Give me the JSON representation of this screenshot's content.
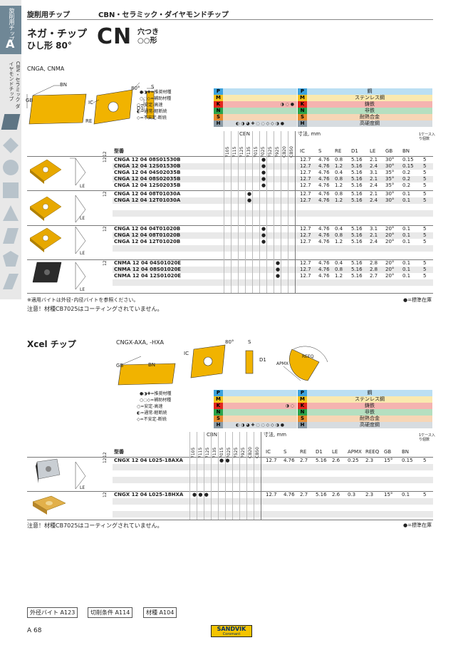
{
  "page_header": {
    "category": "旋削用チップ",
    "subtitle": "CBN・セラミック・ダイヤモンドチップ"
  },
  "sidebar": {
    "tab_label": "旋削用チップ",
    "letter": "A",
    "sub_label": "CBN・セラミック ダイヤモンドチップ"
  },
  "title": {
    "shape_name": "ネガ・チップ",
    "shape_desc": "ひし形 80°",
    "code": "CN",
    "hole_label": "穴つき",
    "form_label": "○○形"
  },
  "section1": {
    "subtitle": "CNGA, CNMA",
    "diagram_labels": {
      "bn": "BN",
      "gb": "GB",
      "ic": "IC",
      "re": "RE",
      "angle": "80°",
      "s": "S",
      "d1": "D1"
    },
    "legend": [
      "●◑✚=推奨材種",
      "○◌◇=補助材種",
      "○=安定-高速",
      "◐=通常-軽断続",
      "◇=不安定-断続"
    ],
    "materials": [
      {
        "code": "P",
        "name": "鋼",
        "color": "#3ba2dd"
      },
      {
        "code": "M",
        "name": "ステンレス鋼",
        "color": "#f2c11a"
      },
      {
        "code": "K",
        "name": "鋳鉄",
        "color": "#e2261e"
      },
      {
        "code": "N",
        "name": "非鉄",
        "color": "#2aa34a"
      },
      {
        "code": "S",
        "name": "耐熱合金",
        "color": "#e58a2d"
      },
      {
        "code": "H",
        "name": "高硬度鋼",
        "color": "#8b9aa5"
      }
    ],
    "mat_marks": {
      "K": "◑ ◌ ●",
      "H": "◐ ◑ ◕ ✚ ◌ ◌ ◇ ◇ ◑ ●"
    },
    "grade_group": "CBN",
    "grades": [
      "7105",
      "7115",
      "7125",
      "7135",
      "7015",
      "7025",
      "7525",
      "7925",
      "CB20",
      "CB50"
    ],
    "side_label": "12",
    "col_model": "型番",
    "dims_header": "寸法, mm",
    "dim_cols": [
      "IC",
      "S",
      "RE",
      "D1",
      "LE",
      "GB",
      "BN"
    ],
    "pack_header": "1ケース入り個数",
    "le_label": "LE",
    "groups": [
      {
        "rows": [
          {
            "model": "CNGA 12 04 08S01530B",
            "mark_col": 5,
            "mark": "●",
            "ic": "12.7",
            "s": "4.76",
            "re": "0.8",
            "d1": "5.16",
            "le": "2.1",
            "gb": "30°",
            "bn": "0.15",
            "qty": "5"
          },
          {
            "model": "CNGA 12 04 12S01530B",
            "mark_col": 5,
            "mark": "●",
            "ic": "12.7",
            "s": "4.76",
            "re": "1.2",
            "d1": "5.16",
            "le": "2.4",
            "gb": "30°",
            "bn": "0.15",
            "qty": "5"
          },
          {
            "model": "CNGA 12 04 04S02035B",
            "mark_col": 5,
            "mark": "●",
            "ic": "12.7",
            "s": "4.76",
            "re": "0.4",
            "d1": "5.16",
            "le": "3.1",
            "gb": "35°",
            "bn": "0.2",
            "qty": "5"
          },
          {
            "model": "CNGA 12 04 08S02035B",
            "mark_col": 5,
            "mark": "●",
            "ic": "12.7",
            "s": "4.76",
            "re": "0.8",
            "d1": "5.16",
            "le": "2.1",
            "gb": "35°",
            "bn": "0.2",
            "qty": "5"
          },
          {
            "model": "CNGA 12 04 12S02035B",
            "mark_col": 5,
            "mark": "●",
            "ic": "12.7",
            "s": "4.76",
            "re": "1.2",
            "d1": "5.16",
            "le": "2.4",
            "gb": "35°",
            "bn": "0.2",
            "qty": "5"
          }
        ]
      },
      {
        "rows": [
          {
            "model": "CNGA 12 04 08T01030A",
            "mark_col": 3,
            "mark": "●",
            "ic": "12.7",
            "s": "4.76",
            "re": "0.8",
            "d1": "5.16",
            "le": "2.1",
            "gb": "30°",
            "bn": "0.1",
            "qty": "5"
          },
          {
            "model": "CNGA 12 04 12T01030A",
            "mark_col": 3,
            "mark": "●",
            "ic": "12.7",
            "s": "4.76",
            "re": "1.2",
            "d1": "5.16",
            "le": "2.4",
            "gb": "30°",
            "bn": "0.1",
            "qty": "5"
          }
        ]
      },
      {
        "rows": [
          {
            "model": "CNGA 12 04 04T01020B",
            "mark_col": 5,
            "mark": "●",
            "ic": "12.7",
            "s": "4.76",
            "re": "0.4",
            "d1": "5.16",
            "le": "3.1",
            "gb": "20°",
            "bn": "0.1",
            "qty": "5"
          },
          {
            "model": "CNGA 12 04 08T01020B",
            "mark_col": 5,
            "mark": "●",
            "ic": "12.7",
            "s": "4.76",
            "re": "0.8",
            "d1": "5.16",
            "le": "2.1",
            "gb": "20°",
            "bn": "0.1",
            "qty": "5"
          },
          {
            "model": "CNGA 12 04 12T01020B",
            "mark_col": 5,
            "mark": "●",
            "ic": "12.7",
            "s": "4.76",
            "re": "1.2",
            "d1": "5.16",
            "le": "2.4",
            "gb": "20°",
            "bn": "0.1",
            "qty": "5"
          }
        ]
      },
      {
        "rows": [
          {
            "model": "CNMA 12 04 04S01020E",
            "mark_col": 7,
            "mark": "●",
            "ic": "12.7",
            "s": "4.76",
            "re": "0.4",
            "d1": "5.16",
            "le": "2.8",
            "gb": "20°",
            "bn": "0.1",
            "qty": "5"
          },
          {
            "model": "CNMA 12 04 08S01020E",
            "mark_col": 7,
            "mark": "●",
            "ic": "12.7",
            "s": "4.76",
            "re": "0.8",
            "d1": "5.16",
            "le": "2.8",
            "gb": "20°",
            "bn": "0.1",
            "qty": "5"
          },
          {
            "model": "CNMA 12 04 12S01020E",
            "mark_col": 7,
            "mark": "●",
            "ic": "12.7",
            "s": "4.76",
            "re": "1.2",
            "d1": "5.16",
            "le": "2.7",
            "gb": "20°",
            "bn": "0.1",
            "qty": "5"
          }
        ]
      }
    ],
    "footnote": "※適用バイトは外径･内径バイトを参照ください。",
    "stock_note": "●=標準在庫",
    "caution": "注意！材種CB7025はコーティングされていません。"
  },
  "section2": {
    "title": "Xcel チップ",
    "subtitle": "CNGX-AXA, -HXA",
    "diagram_labels": {
      "bn": "BN",
      "gb": "GB",
      "ic": "IC",
      "angle": "80°",
      "s": "S",
      "d1": "D1",
      "reeq": "REEQ",
      "apmx": "APMX"
    },
    "mat_marks": {
      "K": "◑ ◌",
      "H": "◐ ◑ ◕ ✚ ◌ ◌ ◇ ◇ ◑ ●"
    },
    "dim_cols": [
      "IC",
      "S",
      "RE",
      "D1",
      "LE",
      "APMX",
      "REEQ",
      "GB",
      "BN"
    ],
    "rows": [
      {
        "model": "CNGX 12 04 L025-18AXA",
        "marks": "●  ●",
        "ic": "12.7",
        "s": "4.76",
        "re": "2.7",
        "d1": "5.16",
        "le": "2.6",
        "apmx": "0.25",
        "reeq": "2.3",
        "gb": "15°",
        "bn": "0.15",
        "qty": "5"
      },
      {
        "model": "CNGX 12 04 L025-18HXA",
        "marks": "●  ●  ●",
        "ic": "12.7",
        "s": "4.76",
        "re": "2.7",
        "d1": "5.16",
        "le": "2.6",
        "apmx": "0.3",
        "reeq": "2.3",
        "gb": "15°",
        "bn": "0.1",
        "qty": "5"
      }
    ],
    "stock_note": "●=標準在庫",
    "caution": "注意！材種CB7025はコーティングされていません。"
  },
  "footer": {
    "refs": [
      "外径バイト A123",
      "切削条件 A114",
      "材種 A104"
    ],
    "page": "A 68",
    "brand": "SANDVIK",
    "brand_sub": "Coromant"
  }
}
